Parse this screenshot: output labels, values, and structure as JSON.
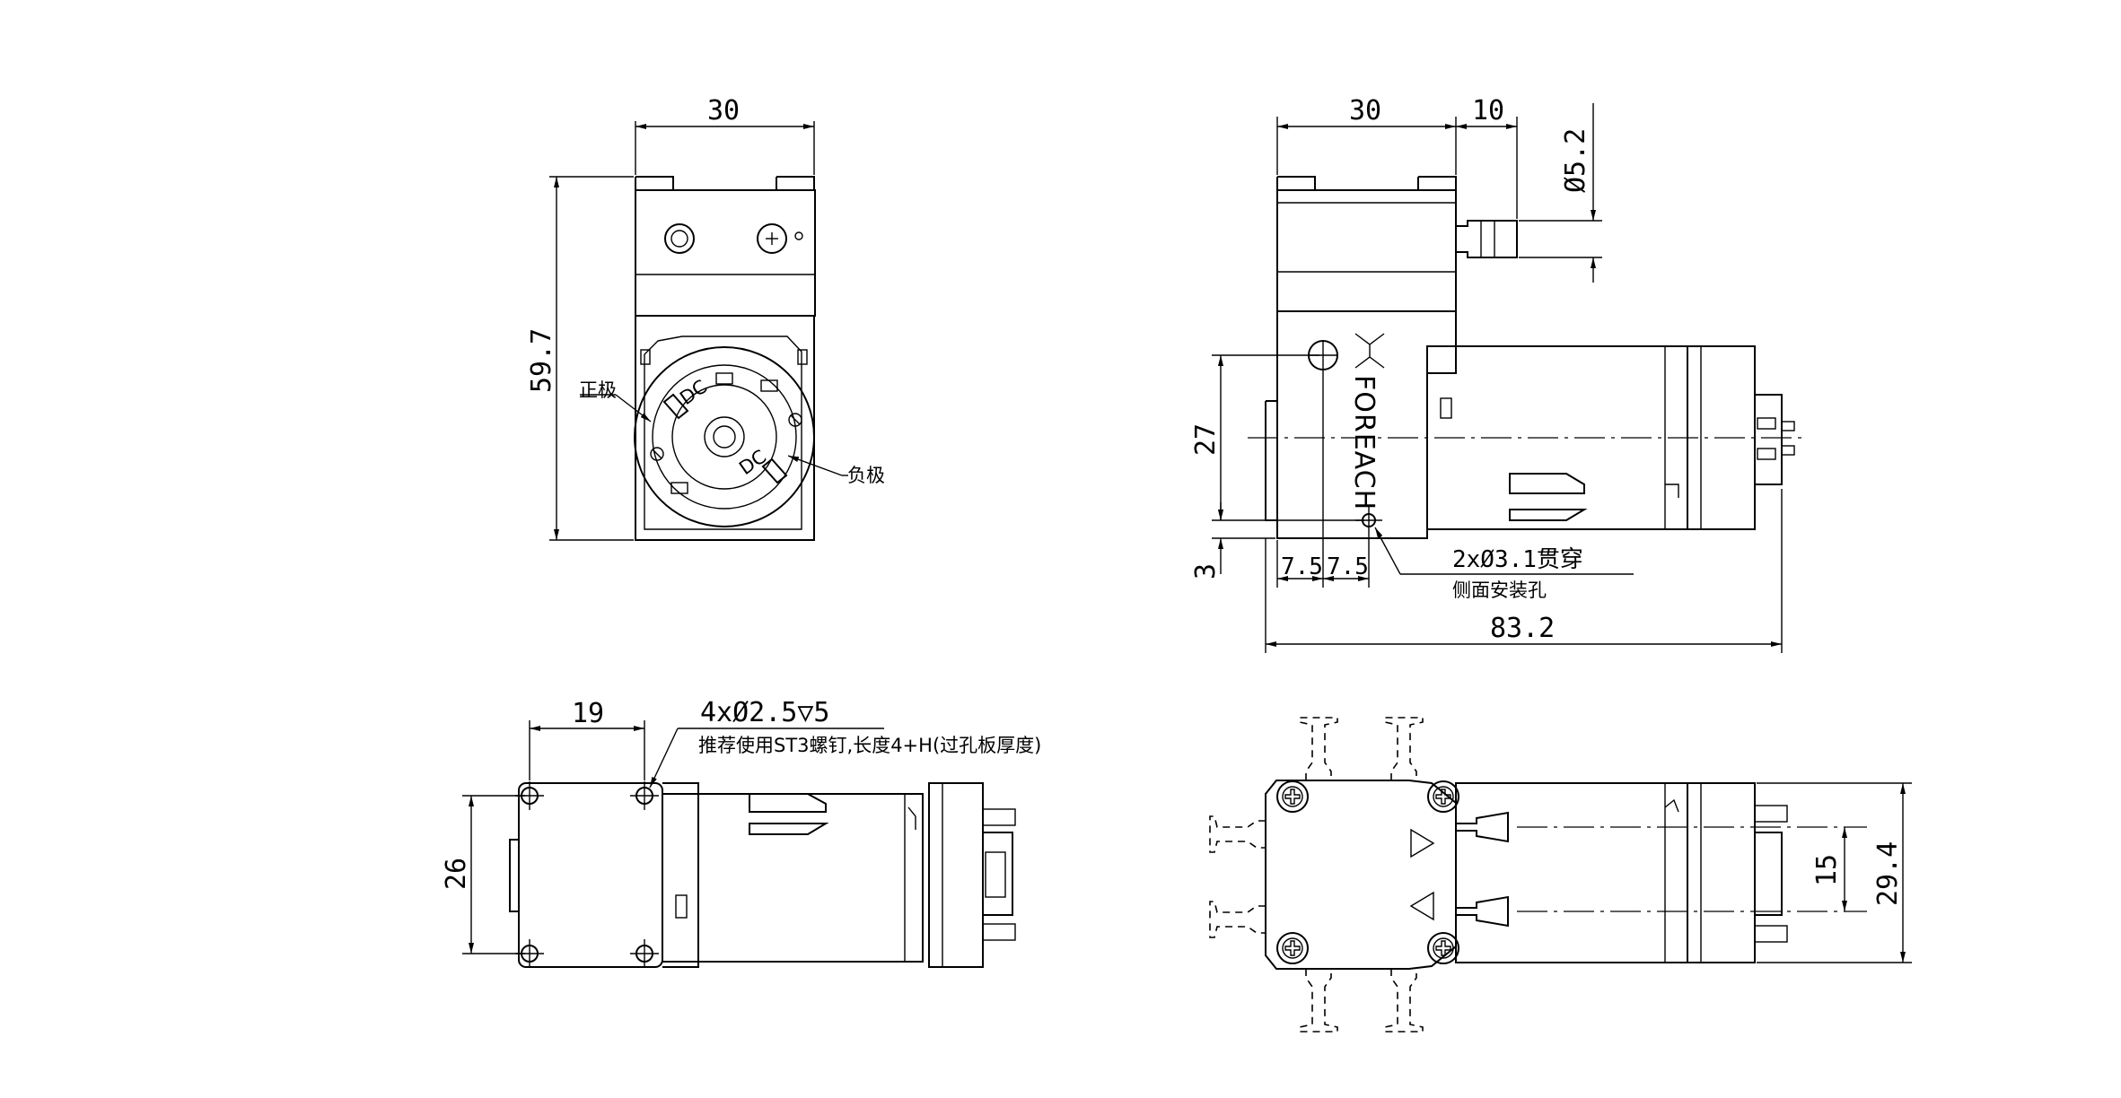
{
  "front_view": {
    "width_dim": "30",
    "height_dim": "59.7",
    "positive_label": "正极",
    "negative_label": "负极",
    "terminal_mark": "DC"
  },
  "side_view": {
    "width_dim": "30",
    "nozzle_length_dim": "10",
    "nozzle_diameter_dim": "Ø5.2",
    "height_dim": "27",
    "bottom_offset_dim": "3",
    "hole_spacing_1": "7.5",
    "hole_spacing_2": "7.5",
    "total_length_dim": "83.2",
    "hole_note": "2xØ3.1贯穿",
    "hole_note_2": "侧面安装孔",
    "brand": "FOREACH"
  },
  "bottom_view": {
    "hole_spacing_dim": "19",
    "height_dim": "26",
    "hole_note": "4xØ2.5▽5",
    "screw_note": "推荐使用ST3螺钉,长度4+H(过孔板厚度)"
  },
  "top_view": {
    "port_spacing_dim": "15",
    "height_dim": "29.4"
  }
}
